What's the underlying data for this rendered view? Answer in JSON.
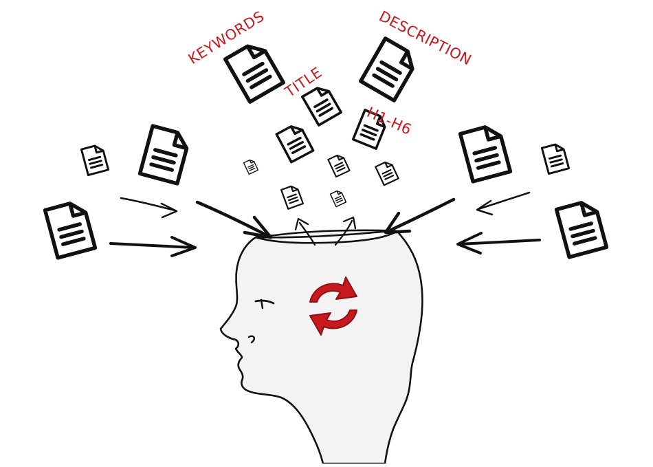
{
  "labels": {
    "keywords": "KEYWORDS",
    "title": "TITLE",
    "h1_h6": "H1-H6",
    "description": "DESCRIPTION"
  },
  "colors": {
    "ink": "#111111",
    "accent": "#c8191e",
    "head_fill": "#f3f3f3"
  },
  "icons": {
    "document": "document-icon",
    "arrow": "arrow-icon",
    "refresh": "refresh-icon",
    "head": "head-silhouette"
  }
}
